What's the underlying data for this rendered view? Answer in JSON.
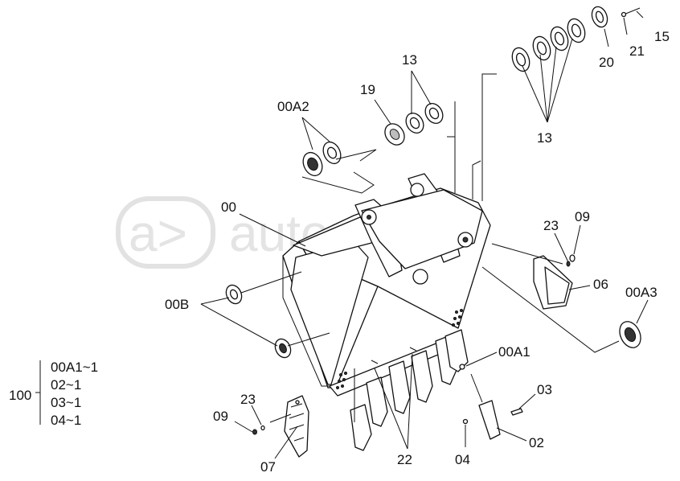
{
  "watermark": "autopiter.ru",
  "watermark_logo": "a>",
  "labels": {
    "l15": "15",
    "l21": "21",
    "l20": "20",
    "l13_top": "13",
    "l13_right": "13",
    "l19": "19",
    "l00A2": "00A2",
    "l00": "00",
    "l23_right": "23",
    "l09_right": "09",
    "l06": "06",
    "l00A3": "00A3",
    "l00B": "00B",
    "l00A1": "00A1",
    "l03": "03",
    "l02": "02",
    "l04": "04",
    "l22": "22",
    "l23_left": "23",
    "l09_left": "09",
    "l07": "07"
  },
  "assembly": {
    "number": "100",
    "items": [
      "00A1~1",
      "02~1",
      "03~1",
      "04~1"
    ]
  }
}
